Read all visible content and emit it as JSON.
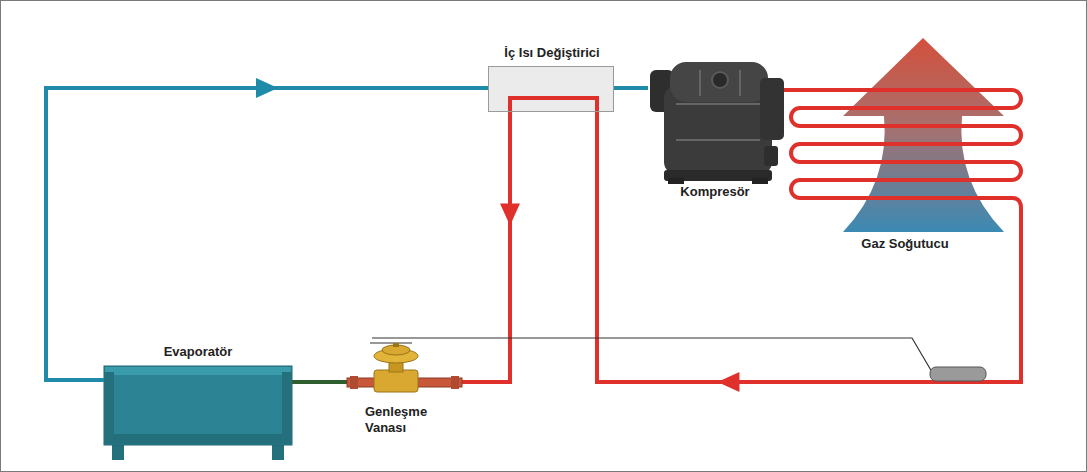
{
  "diagram": {
    "nodes": [
      {
        "text": [
          "İç Isı Değiştirici"
        ]
      },
      {
        "text": [
          "Kompresör"
        ]
      },
      {
        "text": [
          "Gaz Soğutucu"
        ]
      },
      {
        "text": [
          "Evaporatör"
        ]
      },
      {
        "text": [
          "Genleşme Vanası"
        ]
      }
    ],
    "edges": [
      {
        "from": 3,
        "to": 0,
        "arrow": "to"
      },
      {
        "from": 0,
        "to": 1,
        "arrow": "none"
      },
      {
        "from": 1,
        "to": 2,
        "arrow": "none"
      },
      {
        "from": 2,
        "to": 0,
        "arrow": "to"
      },
      {
        "from": 0,
        "to": 4,
        "arrow": "to"
      },
      {
        "from": 4,
        "to": 3,
        "arrow": "none"
      }
    ]
  }
}
